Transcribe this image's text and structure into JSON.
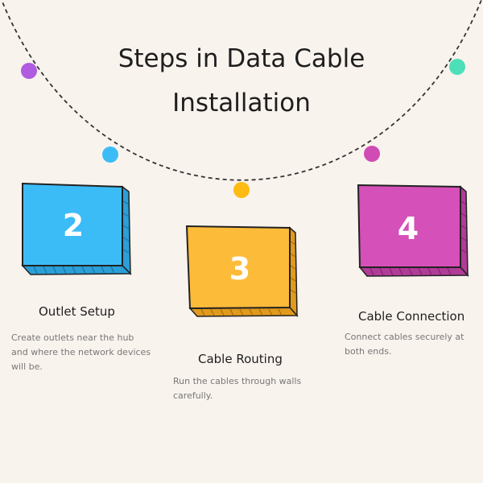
{
  "title": {
    "line1": "Steps in Data Cable",
    "line2": "Installation"
  },
  "colors": {
    "background": "#f9f3ee",
    "dot_purple": "#b05be0",
    "dot_blue": "#3cbcf7",
    "dot_yellow": "#fdbb13",
    "dot_pink": "#d04bb3",
    "dot_teal": "#4ddfb8"
  },
  "steps": [
    {
      "number": "2",
      "title": "Outlet Setup",
      "description": "Create outlets near the hub and where the network devices will be.",
      "color": "#3cbcf7"
    },
    {
      "number": "3",
      "title": "Cable Routing",
      "description": "Run the cables through walls carefully.",
      "color": "#fdbb3a"
    },
    {
      "number": "4",
      "title": "Cable Connection",
      "description": "Connect cables securely at both ends.",
      "color": "#d550b8"
    }
  ]
}
